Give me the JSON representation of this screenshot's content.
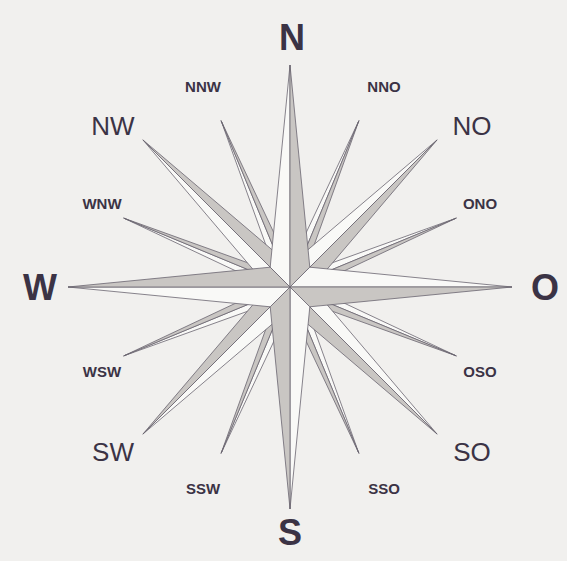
{
  "diagram": {
    "labels": [
      "N",
      "NNO",
      "NO",
      "ONO",
      "O",
      "OSO",
      "SO",
      "SSO",
      "S",
      "SSW",
      "SW",
      "WSW",
      "W",
      "WNW",
      "NW",
      "NNW"
    ]
  }
}
